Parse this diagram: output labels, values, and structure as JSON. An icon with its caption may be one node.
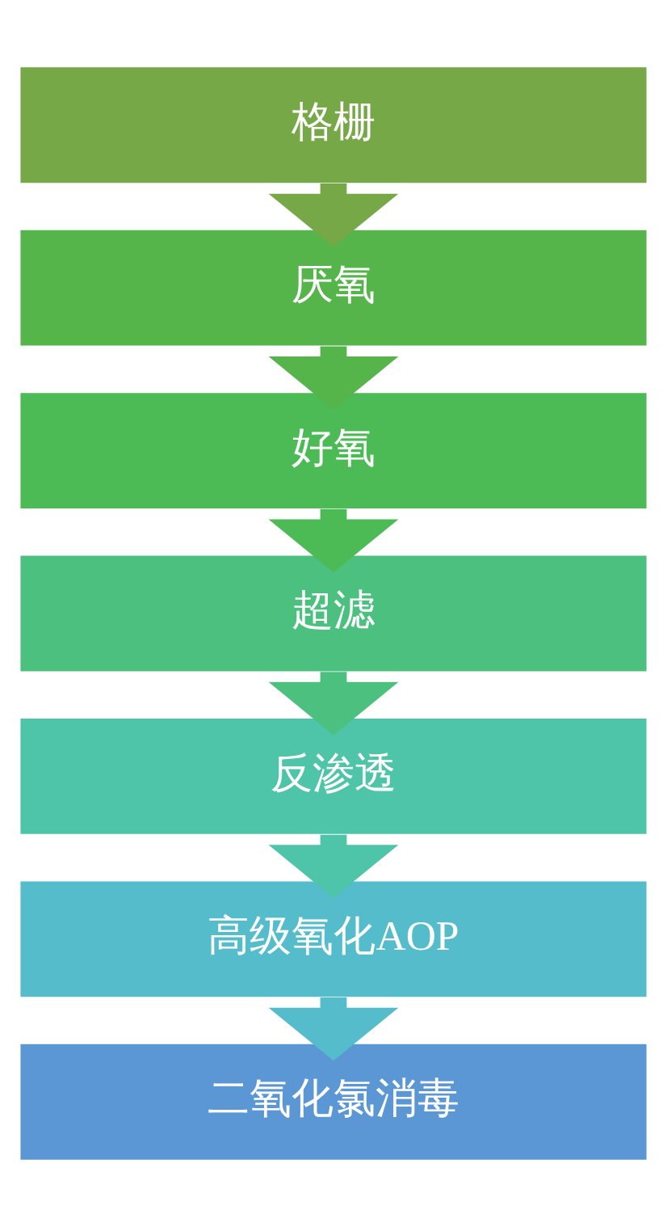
{
  "diagram": {
    "nodes": [
      {
        "text": [
          "格栅"
        ]
      },
      {
        "text": [
          "厌氧"
        ]
      },
      {
        "text": [
          "好氧"
        ]
      },
      {
        "text": [
          "超滤"
        ]
      },
      {
        "text": [
          "反渗透"
        ]
      },
      {
        "text": [
          "高级氧化AOP"
        ]
      },
      {
        "text": [
          "二氧化氯消毒"
        ]
      }
    ],
    "edges": [
      {
        "from": 0,
        "to": 1,
        "arrow": "to",
        "color": "#76a847"
      },
      {
        "from": 1,
        "to": 2,
        "arrow": "to",
        "color": "#55b44a"
      },
      {
        "from": 2,
        "to": 3,
        "arrow": "to",
        "color": "#4cbb55"
      },
      {
        "from": 3,
        "to": 4,
        "arrow": "to",
        "color": "#4cc07f"
      },
      {
        "from": 4,
        "to": 5,
        "arrow": "to",
        "color": "#4ec5a8"
      },
      {
        "from": 5,
        "to": 6,
        "arrow": "to",
        "color": "#55bccb"
      }
    ]
  }
}
